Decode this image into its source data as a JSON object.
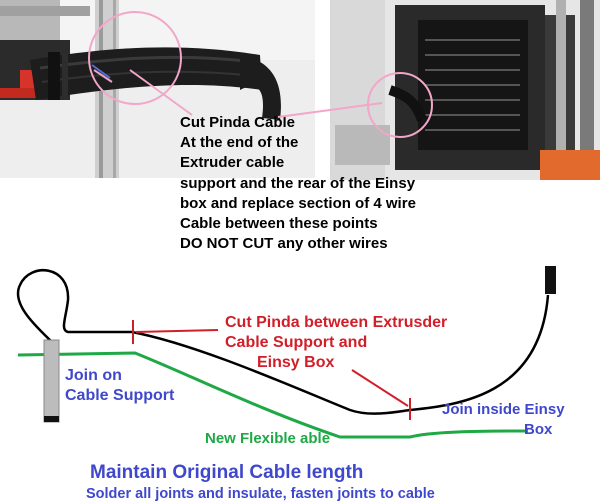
{
  "photo_caption": {
    "lines": [
      "Cut Pinda Cable",
      "At the end of the",
      "Extruder cable",
      "support and the rear of the Einsy",
      "box and replace section of 4 wire",
      "Cable between these points",
      "DO NOT CUT any other wires"
    ]
  },
  "diagram": {
    "cut_label": [
      "Cut Pinda between Extrusder",
      "Cable Support and",
      "Einsy Box"
    ],
    "join_cable_support": [
      "Join on",
      "Cable Support"
    ],
    "join_einsy": [
      "Join inside Einsy",
      "Box"
    ],
    "new_cable": "New Flexible able",
    "maintain": "Maintain Original Cable length",
    "solder": "Solder all joints and insulate, fasten joints to cable"
  },
  "colors": {
    "caption": "#000000",
    "cut": "#d11f2a",
    "join": "#3f48cc",
    "new_cable": "#1fa846",
    "cable": "#000000"
  }
}
